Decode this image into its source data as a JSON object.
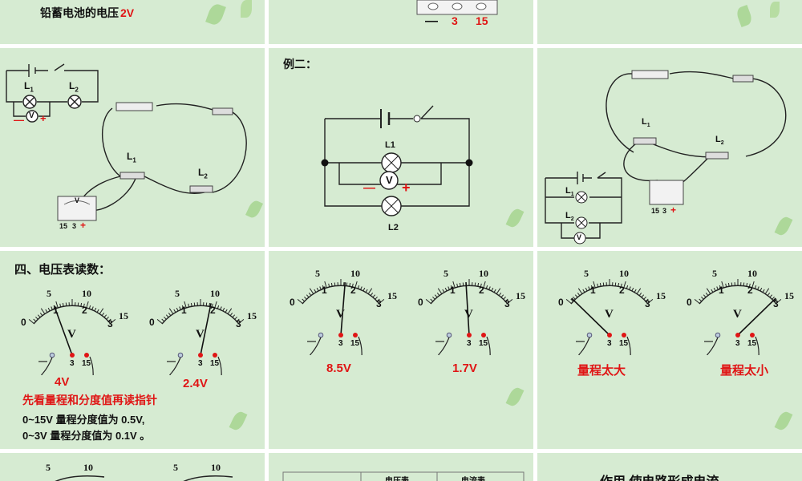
{
  "slide1": {
    "text": "铅蓄电池的电压",
    "value": "2V"
  },
  "slide2": {
    "minus": "—",
    "t3": "3",
    "t15": "15"
  },
  "slide4": {
    "l1": "L",
    "l1sub": "1",
    "l2": "L",
    "l2sub": "2",
    "v": "V",
    "minus": "—",
    "plus": "+",
    "meter_v": "V",
    "m15": "15",
    "m3": "3",
    "mplus": "+"
  },
  "slide5": {
    "title": "例二：",
    "l1": "L1",
    "l2": "L2",
    "v": "V",
    "minus": "—",
    "plus": "+"
  },
  "slide6": {
    "l1": "L",
    "l1sub": "1",
    "l2": "L",
    "l2sub": "2",
    "sl1": "L",
    "sl1sub": "1",
    "sl2": "L",
    "sl2sub": "2",
    "v": "V",
    "m15": "15",
    "m3": "3",
    "mplus": "+"
  },
  "slide7": {
    "title": "四、电压表读数：",
    "tip": "先看量程和分度值再读指针",
    "line1": "0~15V 量程分度值为 0.5V,",
    "line2": "0~3V 量程分度值为 0.1V 。",
    "meters": [
      {
        "reading": "4V"
      },
      {
        "reading": "2.4V"
      }
    ]
  },
  "slide8": {
    "meters": [
      {
        "reading": "8.5V"
      },
      {
        "reading": "1.7V"
      }
    ]
  },
  "slide9": {
    "meters": [
      {
        "reading": "量程太大"
      },
      {
        "reading": "量程太小"
      }
    ]
  },
  "meter_labels": {
    "a5": "5",
    "a10": "10",
    "a15": "15",
    "b0": "0",
    "b1": "1",
    "b2": "2",
    "b3": "3",
    "v": "V",
    "minus": "—",
    "t3": "3",
    "t15": "15"
  },
  "slide11": {
    "col1": "电压表",
    "col2": "电流表"
  },
  "slide12": {
    "text": "作用   使电路形成电流"
  },
  "colors": {
    "background": "#d6ebd2",
    "accent_red": "#e01515",
    "leaf": "#8cc96a"
  }
}
